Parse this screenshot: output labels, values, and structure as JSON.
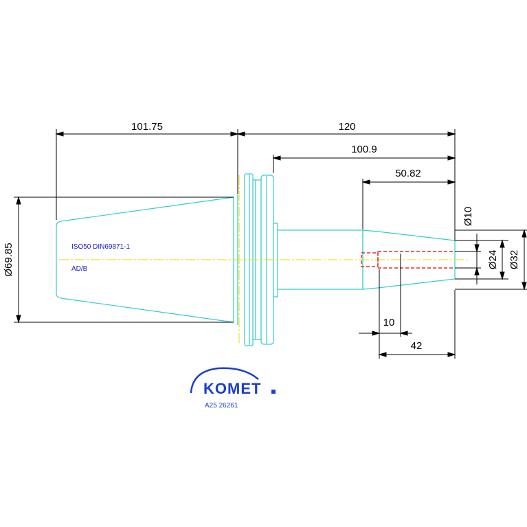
{
  "colors": {
    "outline": "#33cccc",
    "centerline": "#e0e000",
    "hidden": "#e00000",
    "dimension": "#000000",
    "note": "#1a1ad0",
    "logo": "#1a3fd0"
  },
  "dimensions": {
    "d1": "101.75",
    "d2": "120",
    "d3": "100.9",
    "d4": "50.82",
    "d5": "10",
    "d6": "42",
    "dia_flange": "Ø69.85",
    "dia_10": "Ø10",
    "dia_24": "Ø24",
    "dia_32": "Ø32"
  },
  "notes": {
    "standard": "ISO50 DIN69871-1",
    "form": "AD/B"
  },
  "logo": {
    "brand": "KOMET",
    "part_number": "A25 26261"
  }
}
